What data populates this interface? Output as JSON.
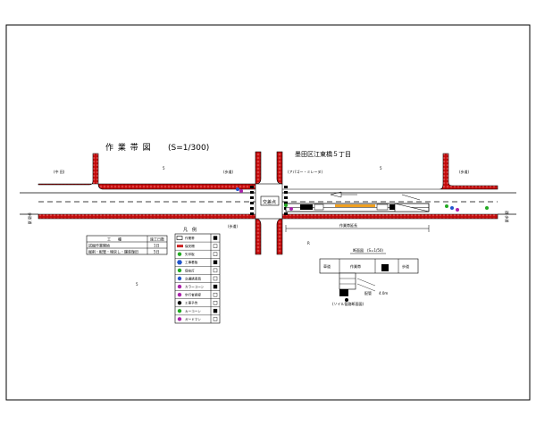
{
  "title": "作 業 帯 図",
  "scale": "(S=1/300)",
  "location": "墨田区江東橋５丁目",
  "labels": {
    "north_west_corner": "(中 田)",
    "north_west_road": "5",
    "north_mid_left": "(歩道)",
    "north_mid_right": "(アパゴー・ミレーヌ)",
    "north_east_num": "5",
    "north_east_right": "(歩道)",
    "intersection": "交差点",
    "south_mid": "(歩道)",
    "south_west_num": "5",
    "left_edge": "歩道 道",
    "right_edge": "道 歩道",
    "under_lane": "作業帯",
    "dim_span": "作業帯延長",
    "small_R": "R"
  },
  "work_table": {
    "header": [
      "工　　種",
      "施工日数"
    ],
    "rows": [
      [
        "試掘作業開始",
        "1日"
      ],
      [
        "掘削・配管・埋戻し・舗装復旧",
        "5日"
      ]
    ]
  },
  "legend": {
    "title": "凡　例",
    "items": [
      {
        "label": "作業帯",
        "swatch": "#000000",
        "kind": "box"
      },
      {
        "label": "保安柵",
        "swatch": "#cc2222",
        "kind": "bar"
      },
      {
        "label": "矢印板",
        "swatch": "#22aa22",
        "kind": "circle"
      },
      {
        "label": "工事看板",
        "swatch": "#2255cc",
        "kind": "hex"
      },
      {
        "label": "保安灯",
        "swatch": "#22aa22",
        "kind": "circle"
      },
      {
        "label": "交通誘導員",
        "swatch": "#2255cc",
        "kind": "circle"
      },
      {
        "label": "カラーコーン",
        "swatch": "#aa22aa",
        "kind": "circle"
      },
      {
        "label": "歩行者誘導",
        "swatch": "#aa22aa",
        "kind": "circle"
      },
      {
        "label": "工事予告",
        "swatch": "#000000",
        "kind": "circle"
      },
      {
        "label": "カーコーン",
        "swatch": "#22aa22",
        "kind": "circle"
      },
      {
        "label": "ガードマン",
        "swatch": "#aa22aa",
        "kind": "circle"
      }
    ]
  },
  "section": {
    "title": "断面図　(S=1/50)",
    "left_label": "車道",
    "center_label": "作業帯",
    "right_label": "歩道",
    "pipe_label": "配管",
    "depth_label": "4.0m",
    "note": "(ソイル管路断面図)"
  },
  "colors": {
    "curb": "#cc1111",
    "line": "#000000",
    "road_fill": "#ffffff"
  }
}
